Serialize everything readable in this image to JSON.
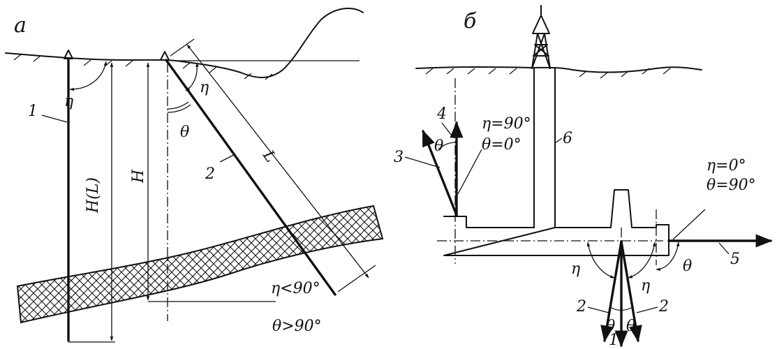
{
  "panel_a": {
    "panel_label": "а",
    "well_1_label": "1",
    "well_2_label": "2",
    "eta_angle_1": "η",
    "eta_angle_2": "η",
    "theta_angle": "θ",
    "dim_HL": "H(L)",
    "dim_H": "H",
    "dim_L": "L",
    "cond_eta": "η<90°",
    "cond_theta": "θ>90°"
  },
  "panel_b": {
    "panel_label": "б",
    "label_4": "4",
    "label_3": "3",
    "label_6": "6",
    "label_5": "5",
    "label_2_left": "2",
    "label_2_right": "2",
    "label_1": "1",
    "theta_upper": "θ",
    "cond_vertical_eta": "η=90°",
    "cond_vertical_theta": "θ=0°",
    "cond_horizontal_eta": "η=0°",
    "cond_horizontal_theta": "θ=90°",
    "eta_low_left": "η",
    "eta_low_right": "η",
    "theta_low_left": "θ",
    "theta_low_right": "θ",
    "theta_horizontal": "θ"
  }
}
